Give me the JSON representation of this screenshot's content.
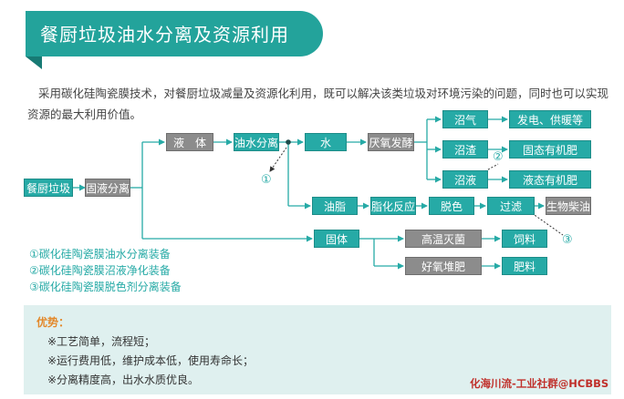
{
  "title": "餐厨垃圾油水分离及资源利用",
  "intro": "采用碳化硅陶瓷膜技术，对餐厨垃圾减量及资源化利用，既可以解决该类垃圾对环境污染的问题，同时也可以实现资源的最大利用价值。",
  "nodes": {
    "kitchen_waste": "餐厨垃圾",
    "solid_liquid_sep": "固液分离",
    "liquid": "液　体",
    "oil_water_sep": "油水分离",
    "water": "水",
    "anaerobic": "厌氧发酵",
    "biogas": "沼气",
    "power_heat": "发电、供暖等",
    "digestate": "沼渣",
    "solid_fert": "固态有机肥",
    "biogas_slurry": "沼液",
    "liquid_fert": "液态有机肥",
    "oil": "油脂",
    "esterification": "脂化反应",
    "decolor": "脱色",
    "filtration": "过滤",
    "biodiesel": "生物柴油",
    "solid": "固体",
    "sterilize": "高温灭菌",
    "feed": "饲料",
    "aerobic_compost": "好氧堆肥",
    "fertilizer": "肥料"
  },
  "markers": {
    "m1": "①",
    "m2": "②",
    "m3": "③"
  },
  "legend": [
    "①碳化硅陶瓷膜油水分离装备",
    "②碳化硅陶瓷膜沼液净化装备",
    "③碳化硅陶瓷膜脱色剂分离装备"
  ],
  "advantages": {
    "title": "优势：",
    "items": [
      "※工艺简单，流程短；",
      "※运行费用低，维护成本低，使用寿命长；",
      "※分离精度高，出水水质优良。"
    ]
  },
  "watermark": "化海川流-工业社群@HCBBS",
  "colors": {
    "teal": "#26aaa6",
    "grey": "#8c8c8c",
    "banner": "#23a39b",
    "panel": "#dff0ef",
    "accent": "#e3882a"
  }
}
